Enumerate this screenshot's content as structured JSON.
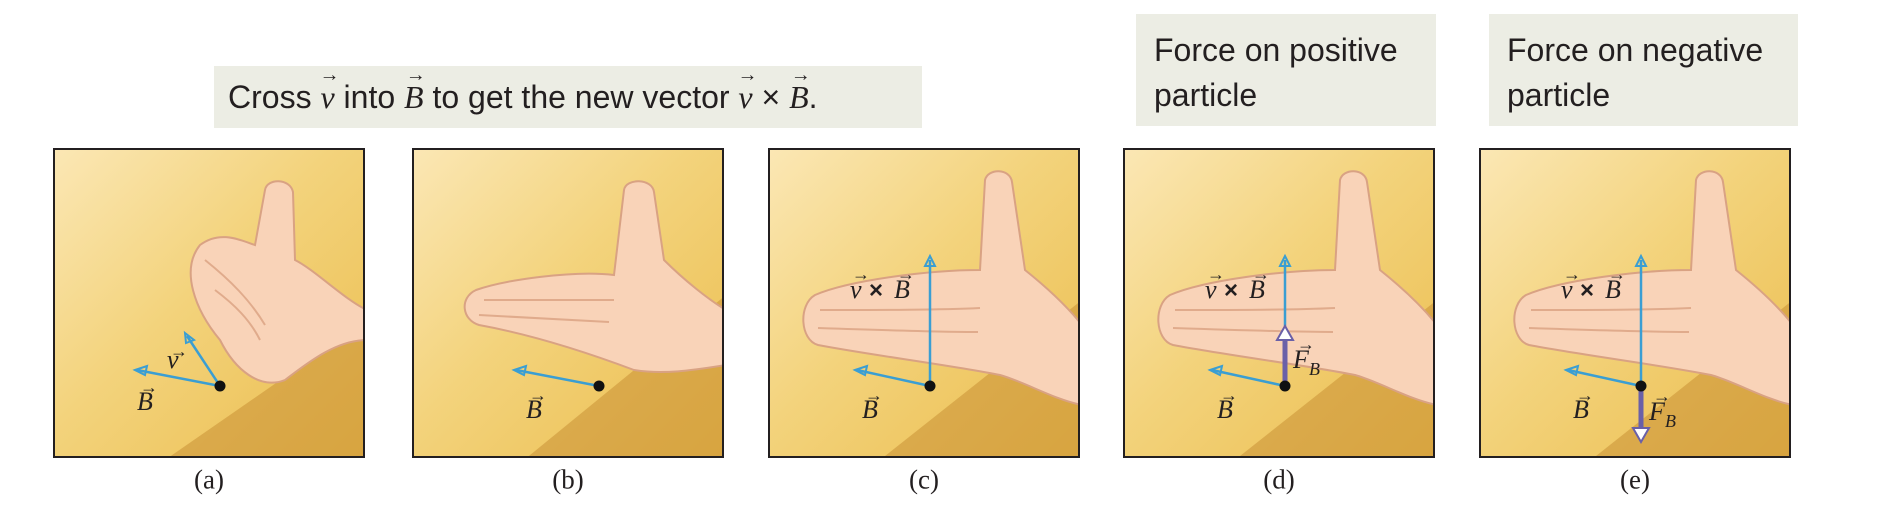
{
  "header": {
    "prefix": "Cross",
    "v": "v",
    "into": "into",
    "B": "B",
    "middle": "to get the new vector",
    "cross_v": "v",
    "times": "×",
    "cross_B": "B",
    "end": "."
  },
  "boxes": {
    "positive": "Force on positive particle",
    "negative": "Force on negative particle"
  },
  "vectors": {
    "v": "v",
    "B": "B",
    "times": "×",
    "F": "F",
    "F_sub": "B"
  },
  "panels": [
    {
      "caption": "(a)"
    },
    {
      "caption": "(b)"
    },
    {
      "caption": "(c)"
    },
    {
      "caption": "(d)"
    },
    {
      "caption": "(e)"
    }
  ],
  "colors": {
    "background_light": "#fbe7b4",
    "background_dark": "#ebbd4e",
    "skin": "#f9d3b8",
    "vector_blue": "#3a9ed3",
    "force_purple": "#6a60a8",
    "label_box": "#ecede4"
  }
}
